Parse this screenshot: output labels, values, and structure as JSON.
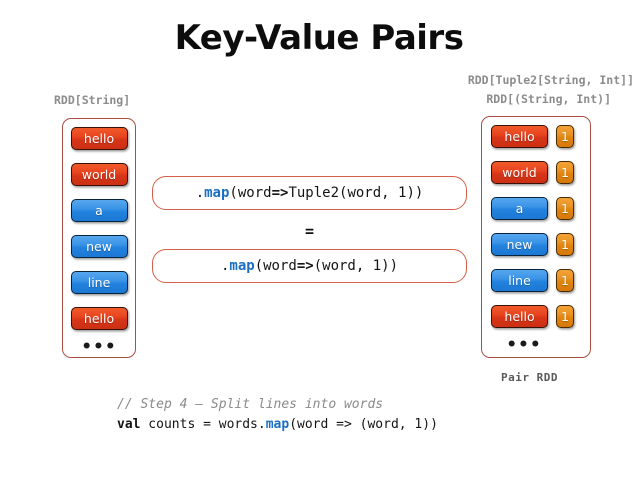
{
  "slide": {
    "title": "Key-Value Pairs"
  },
  "labels": {
    "left_rdd_type": "RDD[String]",
    "right_rdd_type_line1": "RDD[Tuple2[String, Int]]",
    "right_rdd_type_line2": "RDD[(String, Int)]",
    "pair_rdd": "Pair RDD",
    "ellipsis": "•••",
    "equals": "="
  },
  "left_rdd": {
    "items": [
      {
        "text": "hello",
        "color": "red"
      },
      {
        "text": "world",
        "color": "red"
      },
      {
        "text": "a",
        "color": "blue"
      },
      {
        "text": "new",
        "color": "blue"
      },
      {
        "text": "line",
        "color": "blue"
      },
      {
        "text": "hello",
        "color": "red"
      }
    ]
  },
  "right_rdd": {
    "items": [
      {
        "text": "hello",
        "color": "red",
        "value": "1"
      },
      {
        "text": "world",
        "color": "red",
        "value": "1"
      },
      {
        "text": "a",
        "color": "blue",
        "value": "1"
      },
      {
        "text": "new",
        "color": "blue",
        "value": "1"
      },
      {
        "text": "line",
        "color": "blue",
        "value": "1"
      },
      {
        "text": "hello",
        "color": "red",
        "value": "1"
      }
    ]
  },
  "code_boxes": [
    {
      "prefix": ".",
      "keyword": "map",
      "rest_a": "(word ",
      "arrow": "=>",
      "rest_b": " Tuple2(word, 1))"
    },
    {
      "prefix": ".",
      "keyword": "map",
      "rest_a": "(word ",
      "arrow": "=>",
      "rest_b": " (word, 1))"
    }
  ],
  "bottom_code": {
    "comment": "// Step 4 – Split lines into words",
    "keyword_val": "val",
    "line_part_a": " counts = words.",
    "keyword_map": "map",
    "line_part_b": "(word => (word, 1))"
  },
  "colors": {
    "red_chip": "#e8441f",
    "blue_chip": "#3a93e6",
    "orange_chip": "#ea9220",
    "container_border": "#a84f42",
    "code_box_border": "#d4604a",
    "map_keyword": "#1a6fc4",
    "type_label": "#8c8c8c",
    "comment": "#8a8a8a"
  }
}
